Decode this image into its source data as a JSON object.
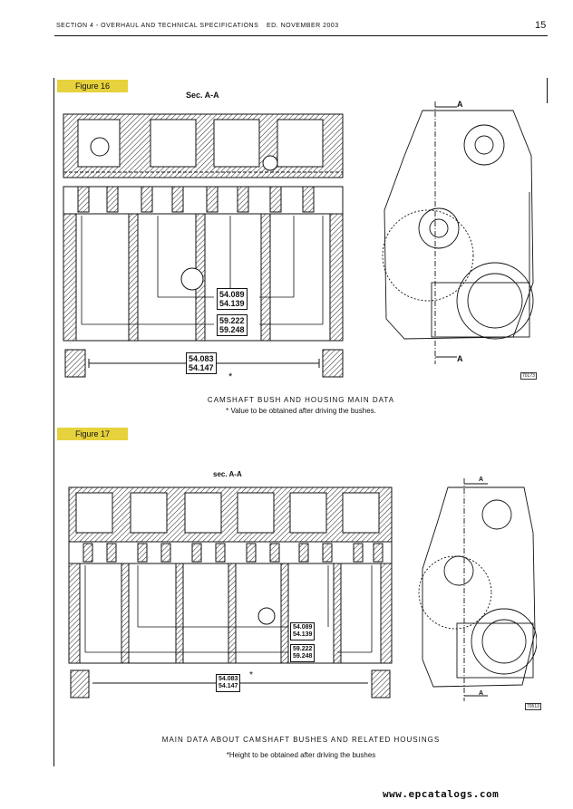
{
  "header": {
    "section": "SECTION 4 - OVERHAUL AND TECHNICAL SPECIFICATIONS",
    "edition": "ED. NOVEMBER 2003",
    "page_number": "15"
  },
  "figure16": {
    "label": "Figure 16",
    "section_label": "Sec. A-A",
    "dim_a_1": "54.089",
    "dim_a_2": "54.139",
    "dim_b_1": "59.222",
    "dim_b_2": "59.248",
    "dim_c_1": "54.083",
    "dim_c_2": "54.147",
    "asterisk": "*",
    "section_marker": "A",
    "code": "70173",
    "caption": "CAMSHAFT BUSH AND HOUSING MAIN DATA",
    "note": "* Value to be obtained after driving the bushes."
  },
  "figure17": {
    "label": "Figure 17",
    "section_label": "sec. A-A",
    "dim_a_1": "54.089",
    "dim_a_2": "54.139",
    "dim_b_1": "59.222",
    "dim_b_2": "59.248",
    "dim_c_1": "54.083",
    "dim_c_2": "54.147",
    "asterisk": "*",
    "section_marker": "A",
    "code": "70513",
    "caption": "MAIN DATA ABOUT CAMSHAFT BUSHES AND RELATED HOUSINGS",
    "note": "*Height to be obtained after driving the bushes"
  },
  "watermark": "www.epcatalogs.com"
}
